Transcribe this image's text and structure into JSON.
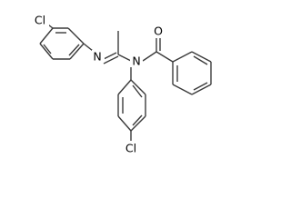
{
  "molecule": {
    "atoms": {
      "cl_top": "Cl",
      "n_imine": "N",
      "n_amide": "N",
      "o_carbonyl": "O",
      "cl_bottom": "Cl"
    }
  }
}
